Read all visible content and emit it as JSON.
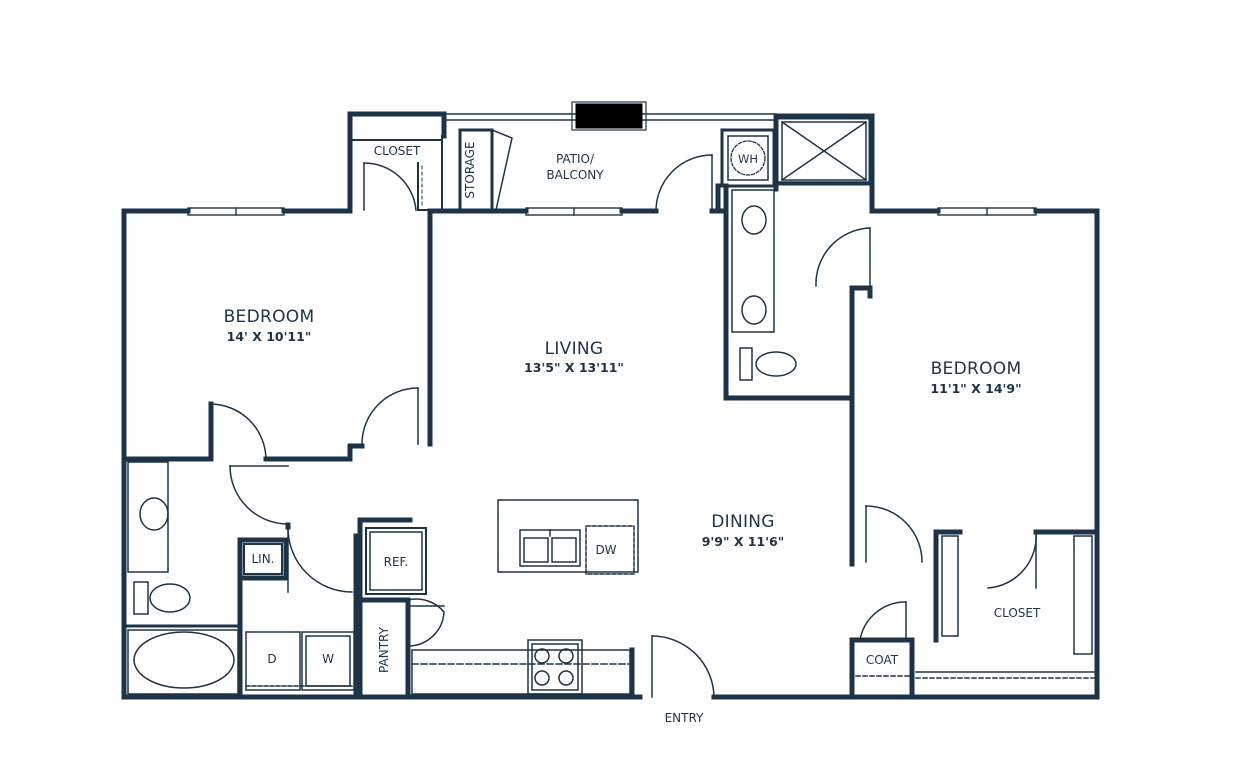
{
  "colors": {
    "wall": "#1f3347",
    "background": "#ffffff",
    "window": "#1f3347",
    "fireplace": "#000000"
  },
  "rooms": {
    "bedroom_left": {
      "name": "BEDROOM",
      "dims": "14' X 10'11\""
    },
    "living": {
      "name": "LIVING",
      "dims": "13'5\" X 13'11\""
    },
    "bedroom_right": {
      "name": "BEDROOM",
      "dims": "11'1\" X 14'9\""
    },
    "dining": {
      "name": "DINING",
      "dims": "9'9\" X 11'6\""
    }
  },
  "labels": {
    "closet_top": "CLOSET",
    "storage": "STORAGE",
    "patio_line1": "PATIO/",
    "patio_line2": "BALCONY",
    "water_heater": "WH",
    "linen": "LIN.",
    "refrigerator": "REF.",
    "dishwasher": "DW",
    "pantry": "PANTRY",
    "dryer": "D",
    "washer": "W",
    "closet_right": "CLOSET",
    "coat": "COAT",
    "entry": "ENTRY"
  },
  "icons": [
    "sink-icon",
    "toilet-icon",
    "bathtub-icon",
    "shower-icon",
    "stove-icon",
    "kitchen-sink-icon",
    "door-swing-icon",
    "window-icon"
  ]
}
